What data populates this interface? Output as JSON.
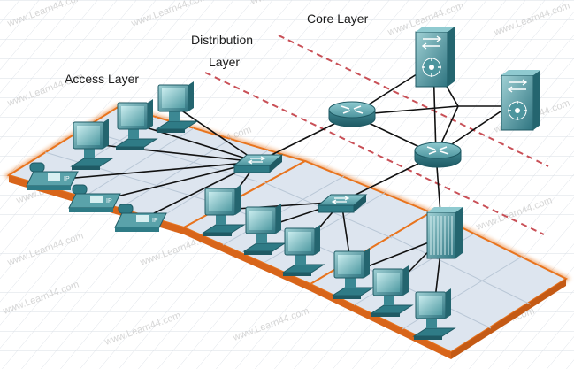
{
  "labels": {
    "core_layer": "Core Layer",
    "distribution_line1": "Distribution",
    "distribution_line2": "Layer",
    "access_layer": "Access Layer"
  },
  "phone_badge": "IP",
  "watermark": "www.Learn44.com",
  "colors": {
    "platform_fill": "#dde5ef",
    "platform_edge": "#e8741e",
    "divider": "#c0323a",
    "device": "#2f7b86",
    "device_light": "#7fbcc2",
    "cable": "#111111"
  }
}
